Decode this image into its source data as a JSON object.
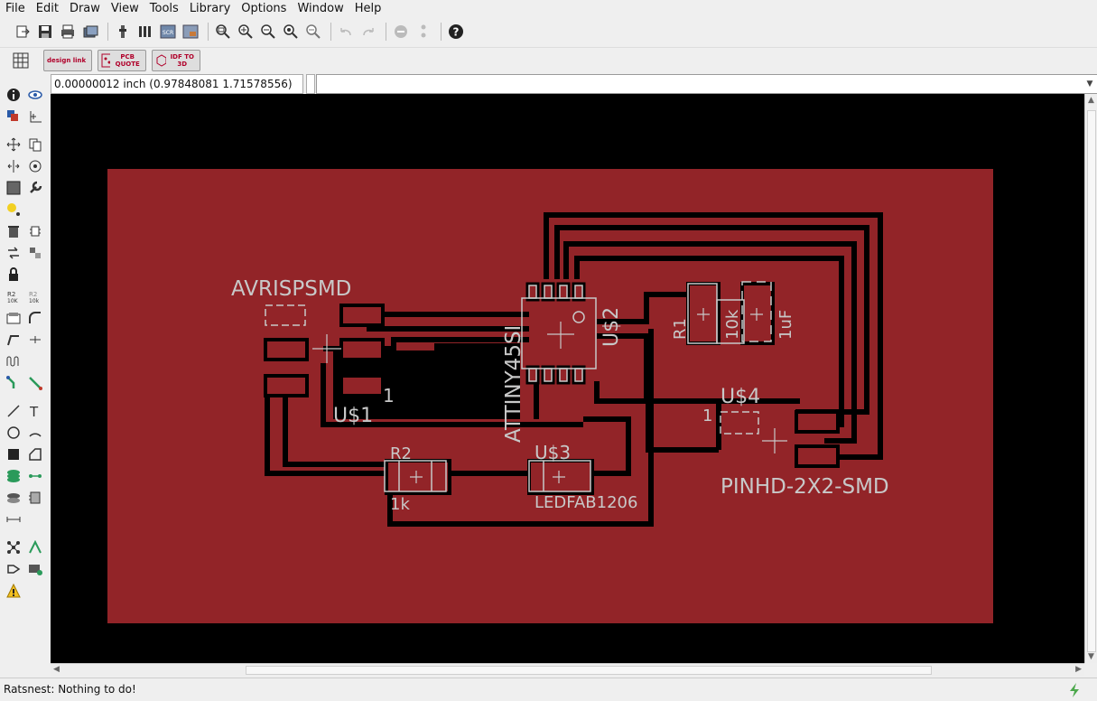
{
  "menu": [
    "File",
    "Edit",
    "Draw",
    "View",
    "Tools",
    "Library",
    "Options",
    "Window",
    "Help"
  ],
  "menu_underline": [
    "F",
    "E",
    "D",
    "V",
    "T",
    "L",
    "O",
    "W",
    "H"
  ],
  "toolbar2": {
    "design_link_label": "design link",
    "pcb_quote_label": "PCB QUOTE",
    "idf_label": "IDF TO 3D"
  },
  "command": {
    "coordinates": "0.00000012 inch (0.97848081 1.71578556)",
    "input_value": ""
  },
  "board": {
    "labels": {
      "avrisp": "AVRISPSMD",
      "u1": "U$1",
      "u1_pin": "1",
      "attiny": "ATTINY45SI",
      "u2": "U$2",
      "r1": "R1",
      "r1_value": "10k",
      "c1_value": "1uF",
      "u4": "U$4",
      "u4_pin": "1",
      "pinhd": "PINHD-2X2-SMD",
      "r2": "R2",
      "r2_value": "1k",
      "u3": "U$3",
      "ledfab": "LEDFAB1206"
    },
    "colors": {
      "board": "#922428",
      "background": "#000000",
      "silkscreen": "#c8c8c8",
      "accent_red": "#b0002a"
    }
  },
  "status": {
    "text": "Ratsnest: Nothing to do!"
  }
}
